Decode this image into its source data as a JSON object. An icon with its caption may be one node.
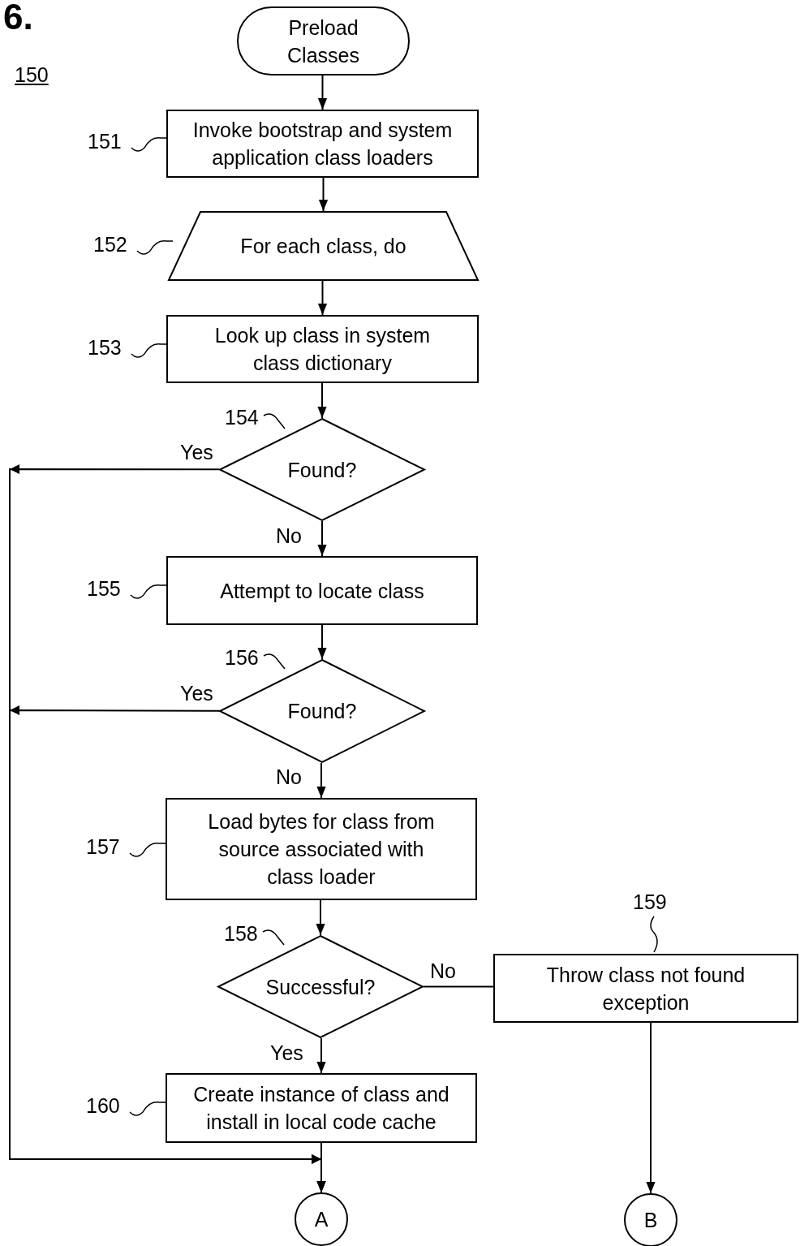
{
  "diagram": {
    "nodes": [
      {
        "text": [
          "Preload Classes"
        ]
      },
      {
        "text": [
          "Invoke bootstrap and system application class loaders"
        ],
        "beside": [
          "151"
        ]
      },
      {
        "text": [
          "For each class, do"
        ],
        "beside": [
          "152"
        ]
      },
      {
        "text": [
          "Look up class in system class dictionary"
        ],
        "beside": [
          "153"
        ]
      },
      {
        "text": [
          "Found?"
        ],
        "beside": [
          "154"
        ]
      },
      {
        "text": [
          "Attempt to locate class"
        ],
        "beside": [
          "155"
        ]
      },
      {
        "text": [
          "Found?"
        ],
        "beside": [
          "156"
        ]
      },
      {
        "text": [
          "Load bytes for class from source associated with class loader"
        ],
        "beside": [
          "157"
        ]
      },
      {
        "text": [
          "Successful?"
        ],
        "beside": [
          "158"
        ]
      },
      {
        "text": [
          "Throw class not found exception"
        ],
        "beside": [
          "159"
        ]
      },
      {
        "text": [
          "Create instance of class and install in local code cache"
        ],
        "beside": [
          "160"
        ]
      },
      {
        "text": [
          "A"
        ]
      },
      {
        "text": [
          "B"
        ]
      }
    ],
    "edges": [
      {
        "from": 0,
        "to": 1,
        "arrow": "to"
      },
      {
        "from": 1,
        "to": 2,
        "arrow": "to"
      },
      {
        "from": 2,
        "to": 3,
        "arrow": "to"
      },
      {
        "from": 3,
        "to": 4,
        "arrow": "to"
      },
      {
        "from": 4,
        "to": 5,
        "arrow": "to",
        "label": "No"
      },
      {
        "from": 4,
        "to": 11,
        "arrow": "to",
        "label": "Yes"
      },
      {
        "from": 5,
        "to": 6,
        "arrow": "to"
      },
      {
        "from": 6,
        "to": 7,
        "arrow": "to",
        "label": "No"
      },
      {
        "from": 6,
        "to": 11,
        "arrow": "to",
        "label": "Yes"
      },
      {
        "from": 7,
        "to": 8,
        "arrow": "to"
      },
      {
        "from": 8,
        "to": 9,
        "arrow": "none",
        "label": "No"
      },
      {
        "from": 8,
        "to": 10,
        "arrow": "to",
        "label": "Yes"
      },
      {
        "from": 10,
        "to": 11,
        "arrow": "to"
      },
      {
        "from": 9,
        "to": 12,
        "arrow": "to"
      }
    ],
    "labels": [
      "6.",
      "150"
    ]
  }
}
